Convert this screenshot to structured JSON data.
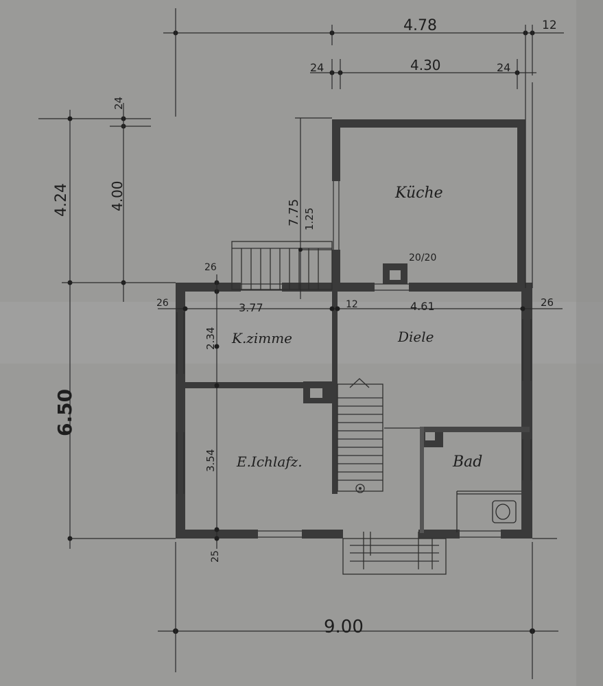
{
  "colors": {
    "paper": "#9a9a98",
    "ink": "#1e1e1e",
    "wall": "#3a3a3a"
  },
  "rooms": {
    "kueche": "Küche",
    "kinderzimmer": "K.zimme",
    "diele": "Diele",
    "elternschlafzimmer": "E.Ichlafz.",
    "bad": "Bad"
  },
  "dimensions": {
    "top_total": "4.78",
    "top_right_small": "12",
    "top_inner": "4.30",
    "top_wall_left": "24",
    "top_wall_right": "24",
    "left_upper_total": "4.24",
    "left_upper_inner": "4.00",
    "left_upper_wall": "24",
    "stair_height_a": "7.75",
    "stair_height_b": "1.25",
    "chimney_size": "20/20",
    "wall_26_top": "26",
    "wall_26_left": "26",
    "wall_26_right": "26",
    "kzimmer_width": "3.77",
    "middle_wall": "12",
    "diele_width": "4.61",
    "kzimmer_depth": "2.34",
    "schlafz_depth": "3.54",
    "left_total": "6.50",
    "wall_25_bottom": "25",
    "bottom_total": "9.00"
  }
}
